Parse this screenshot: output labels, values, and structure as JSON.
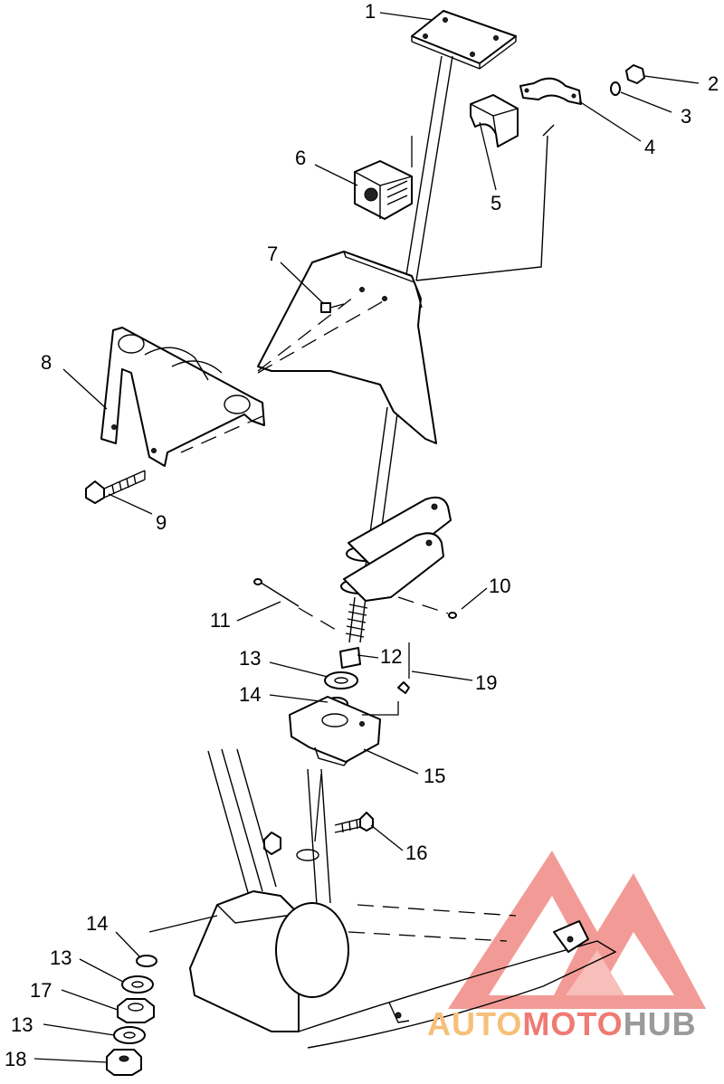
{
  "callouts": [
    {
      "id": "1",
      "label": "1"
    },
    {
      "id": "2",
      "label": "2"
    },
    {
      "id": "3",
      "label": "3"
    },
    {
      "id": "4",
      "label": "4"
    },
    {
      "id": "5",
      "label": "5"
    },
    {
      "id": "6",
      "label": "6"
    },
    {
      "id": "7",
      "label": "7"
    },
    {
      "id": "8",
      "label": "8"
    },
    {
      "id": "9",
      "label": "9"
    },
    {
      "id": "10",
      "label": "10"
    },
    {
      "id": "11",
      "label": "11"
    },
    {
      "id": "12",
      "label": "12"
    },
    {
      "id": "13a",
      "label": "13"
    },
    {
      "id": "14a",
      "label": "14"
    },
    {
      "id": "19",
      "label": "19"
    },
    {
      "id": "15",
      "label": "15"
    },
    {
      "id": "16",
      "label": "16"
    },
    {
      "id": "14b",
      "label": "14"
    },
    {
      "id": "13b",
      "label": "13"
    },
    {
      "id": "17",
      "label": "17"
    },
    {
      "id": "13c",
      "label": "13"
    },
    {
      "id": "18",
      "label": "18"
    }
  ],
  "watermark": {
    "part1": "AUTO",
    "part2": "MOTO",
    "part3": "HUB",
    "color_light": "#f6c07a",
    "color_red": "#ef7a74",
    "color_gray": "#9a9a9a"
  }
}
